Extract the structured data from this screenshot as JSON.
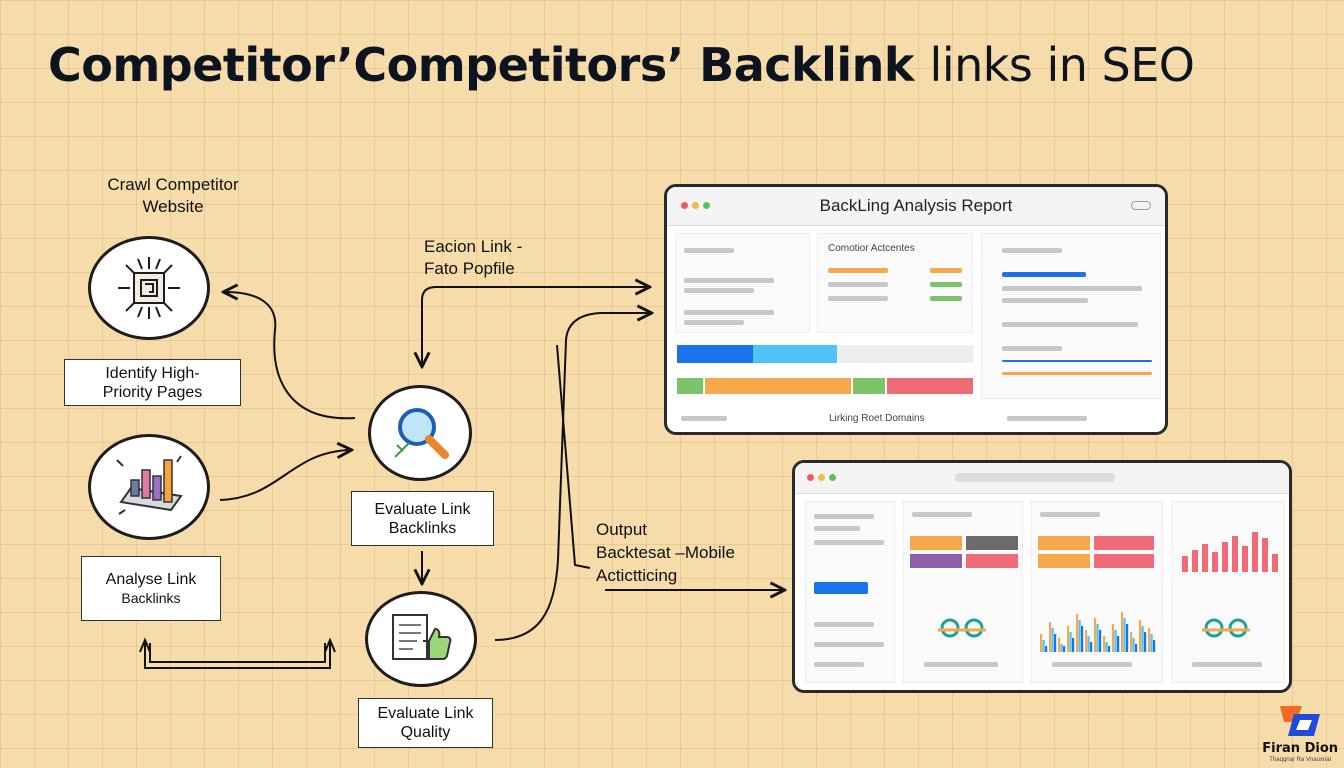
{
  "title": {
    "main": "Competitor’Competitors’ Backlink",
    "tail": "links in SEO"
  },
  "steps": {
    "crawl": "Crawl Competitor\nWebsite",
    "identify": "Identify High-\nPriority Pages",
    "analyse": {
      "line1": "Analyse Link",
      "line2": "Backlinks"
    },
    "evaluate_backlinks": "Evaluate Link\nBacklinks",
    "evaluate_quality": "Evaluate Link\nQuality",
    "profile": "Eacion Link -\nFato Popfile",
    "output": "Output\nBacktesat –Mobile\nActictticing"
  },
  "report": {
    "title": "BackLing Analysis Report",
    "panel_competitor": "Comotior Actcentes",
    "panel_domains": "Lirking Roet Domains"
  },
  "logo": {
    "name": "Firan Dion",
    "tagline": "Thaqqnar Ra Vnaoxnal"
  },
  "colors": {
    "blue": "#1a73e8",
    "light_blue": "#4fc3f7",
    "orange": "#f7a84a",
    "green": "#7cc36b",
    "red": "#ef6b78",
    "purple": "#8d5fa8",
    "logo_orange": "#f26a21",
    "logo_blue": "#1f4bd8"
  }
}
